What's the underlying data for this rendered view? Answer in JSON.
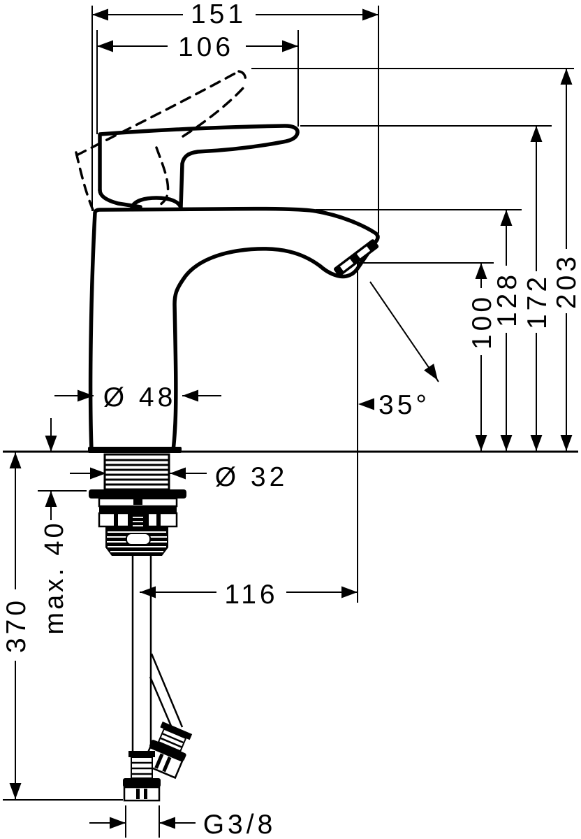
{
  "drawing": {
    "kind": "single-hole basin mixer technical dimension drawing",
    "unit_system": "mm",
    "colors": {
      "background": "#ffffff",
      "ink": "#000000"
    }
  },
  "labels": {
    "total_width": "151",
    "handle_width": "106",
    "total_height": "203",
    "handle_height": "172",
    "spout_height": "128",
    "outlet_height": "100",
    "spout_angle": "35°",
    "body_diameter": "Ø 48",
    "shank_diameter": "Ø 32",
    "spout_reach": "116",
    "max_counter_thickness": "max. 40",
    "hose_length": "370",
    "connection_thread": "G3/8"
  }
}
